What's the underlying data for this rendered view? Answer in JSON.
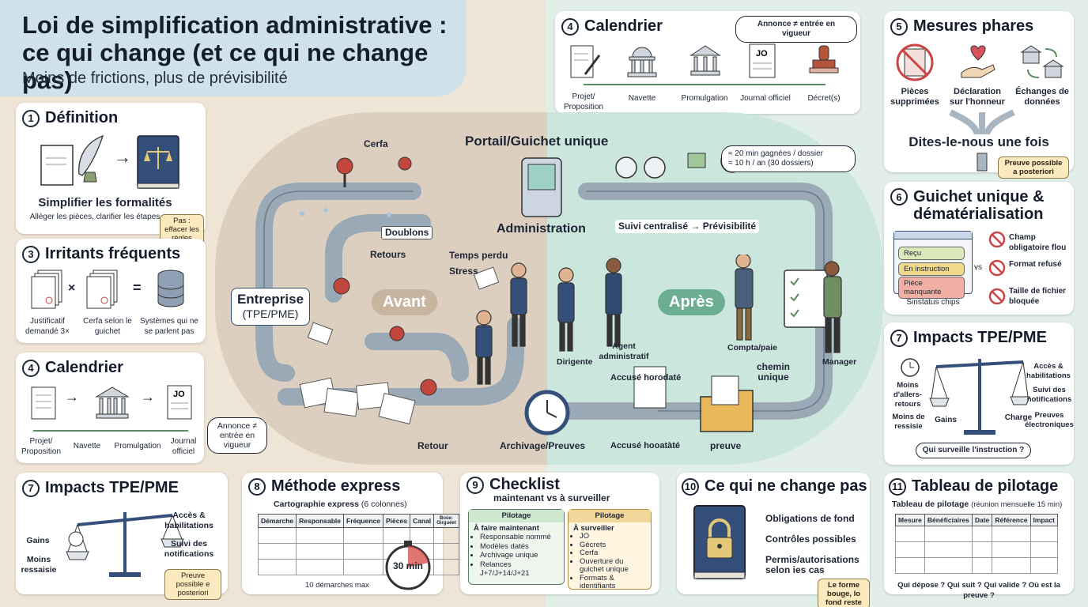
{
  "title": {
    "line1": "Loi de simplification administrative :",
    "line2": "ce qui change (et ce qui ne change pas)",
    "subtitle": "Moins de frictions, plus de prévisibilité"
  },
  "definition": {
    "num": "1",
    "title": "Définition",
    "main": "Simplifier les formalités",
    "sub": "Allèger les pièces, clarifier les étapes",
    "note": "Pas : effacer les règles"
  },
  "irritants": {
    "num": "3",
    "title": "Irritants fréquents",
    "items": [
      "Justificatif demandé 3×",
      "Cerfa selon le guichet",
      "Systèmes qui ne se parlent pas"
    ],
    "ops": [
      "×",
      "="
    ]
  },
  "calendar_left": {
    "num": "4",
    "title": "Calendrier",
    "steps": [
      "Projet/ Proposition",
      "Navette",
      "Promulgation",
      "Journal officiel"
    ],
    "bubble": "Annonce ≠ entrée en vigueur",
    "jo": "JO"
  },
  "impacts_left": {
    "num": "7",
    "title": "Impacts TPE/PME",
    "left": [
      "Gains",
      "Moins ressaisie"
    ],
    "right": [
      "Accès & habilitations",
      "Suivi des notifications"
    ],
    "note": "Preuve possible e posteriori"
  },
  "calendar_top": {
    "num": "4",
    "title": "Calendrier",
    "bubble": "Annonce ≠ entrée en vigueur",
    "steps": [
      "Projet/ Proposition",
      "Navette",
      "Promulgation",
      "Journal officiel",
      "Décret(s)"
    ],
    "jo": "JO"
  },
  "mesures": {
    "num": "5",
    "title": "Mesures phares",
    "items": [
      "Pièces supprimées",
      "Déclaration sur l'honneur",
      "Échanges de données"
    ],
    "tagline": "Dites-le-nous une fois",
    "note": "Preuve possible a posteriori"
  },
  "guichet": {
    "num": "6",
    "title": "Guichet unique & dématérialisation",
    "chips": [
      "Reçu",
      "En instruction",
      "Pièce manquante"
    ],
    "chips_label": "Sinstatus chips",
    "vs": "vs",
    "problems": [
      "Champ obligatoire flou",
      "Format refusé",
      "Taille de fichier bloquée"
    ]
  },
  "impacts_right": {
    "num": "7",
    "title": "Impacts TPE/PME",
    "left": [
      "Moins d'allers-retours",
      "Moins de ressisie"
    ],
    "gains": "Gains",
    "charge": "Charge",
    "right": [
      "Accès & habilitations",
      "Suivi des notifications",
      "Preuves électroniques"
    ],
    "bubble": "Qui surveille l'instruction ?"
  },
  "center": {
    "avant": "Avant",
    "apres": "Après",
    "entreprise": "Entreprise",
    "entreprise_sub": "(TPE/PME)",
    "cerfa": "Cerfa",
    "doublons": "Doublons",
    "retours": "Retours",
    "temps": "Temps perdu",
    "stress": "Stress",
    "portail": "Portail/Guichet unique",
    "administration": "Administration",
    "suivi": "Suivi centralisé",
    "previs": "Prévisibilité",
    "time_saved": [
      "≈ 20 min gagnées / dossier",
      "≈ 10 h / an (30 dossiers)"
    ],
    "dirigente": "Dirigente",
    "agent": "Agent administratif",
    "compta": "Compta/paie",
    "manager": "Manager",
    "chemin": "chemin unique",
    "accuse_top": "Accusé horodaté",
    "retour": "Retour",
    "archivage": "Archivage/Preuves",
    "accuse_bottom": "Accusé hooatàté",
    "preuve": "preuve"
  },
  "methode": {
    "num": "8",
    "title": "Méthode express",
    "subtitle": "Cartographie express",
    "subtitle_small": "(6 colonnes)",
    "columns": [
      "Démarche",
      "Responsable",
      "Fréquence",
      "Pièces",
      "Canal",
      "Boùe: Gìrguéet"
    ],
    "timer": "30 min",
    "footnote": "10 démarches max"
  },
  "checklist": {
    "num": "9",
    "title": "Checklist",
    "subtitle": "maintenant vs à surveiller",
    "left": {
      "tag": "Pilotage",
      "head": "À faire maintenant",
      "items": [
        "Responsable nommé",
        "Modèles datés",
        "Archivage unique",
        "Relances J+7/J+14/J+21"
      ]
    },
    "right": {
      "tag": "Pilotage",
      "head": "À surveiller",
      "items": [
        "JO",
        "Gécrets",
        "Cerfa",
        "Ouverture du guichet unique",
        "Formats & identifiants"
      ]
    }
  },
  "nochange": {
    "num": "10",
    "title": "Ce qui ne change pas",
    "items": [
      "Obligations de fond",
      "Contrôles possibles",
      "Permis/autorisations selon ies cas"
    ],
    "note": "Le forme bouge, lo fond reste"
  },
  "tableau": {
    "num": "11",
    "title": "Tableau de pilotage",
    "subtitle": "Tableau de pilotage",
    "subtitle_small": "(réunion mensuelle 15 min)",
    "columns": [
      "Mesure",
      "Bénéficiaires",
      "Date",
      "Référence",
      "Impact"
    ],
    "footer": "Qui dépose ? Qui suit ? Qui valide ? Où est la preuve ?"
  }
}
